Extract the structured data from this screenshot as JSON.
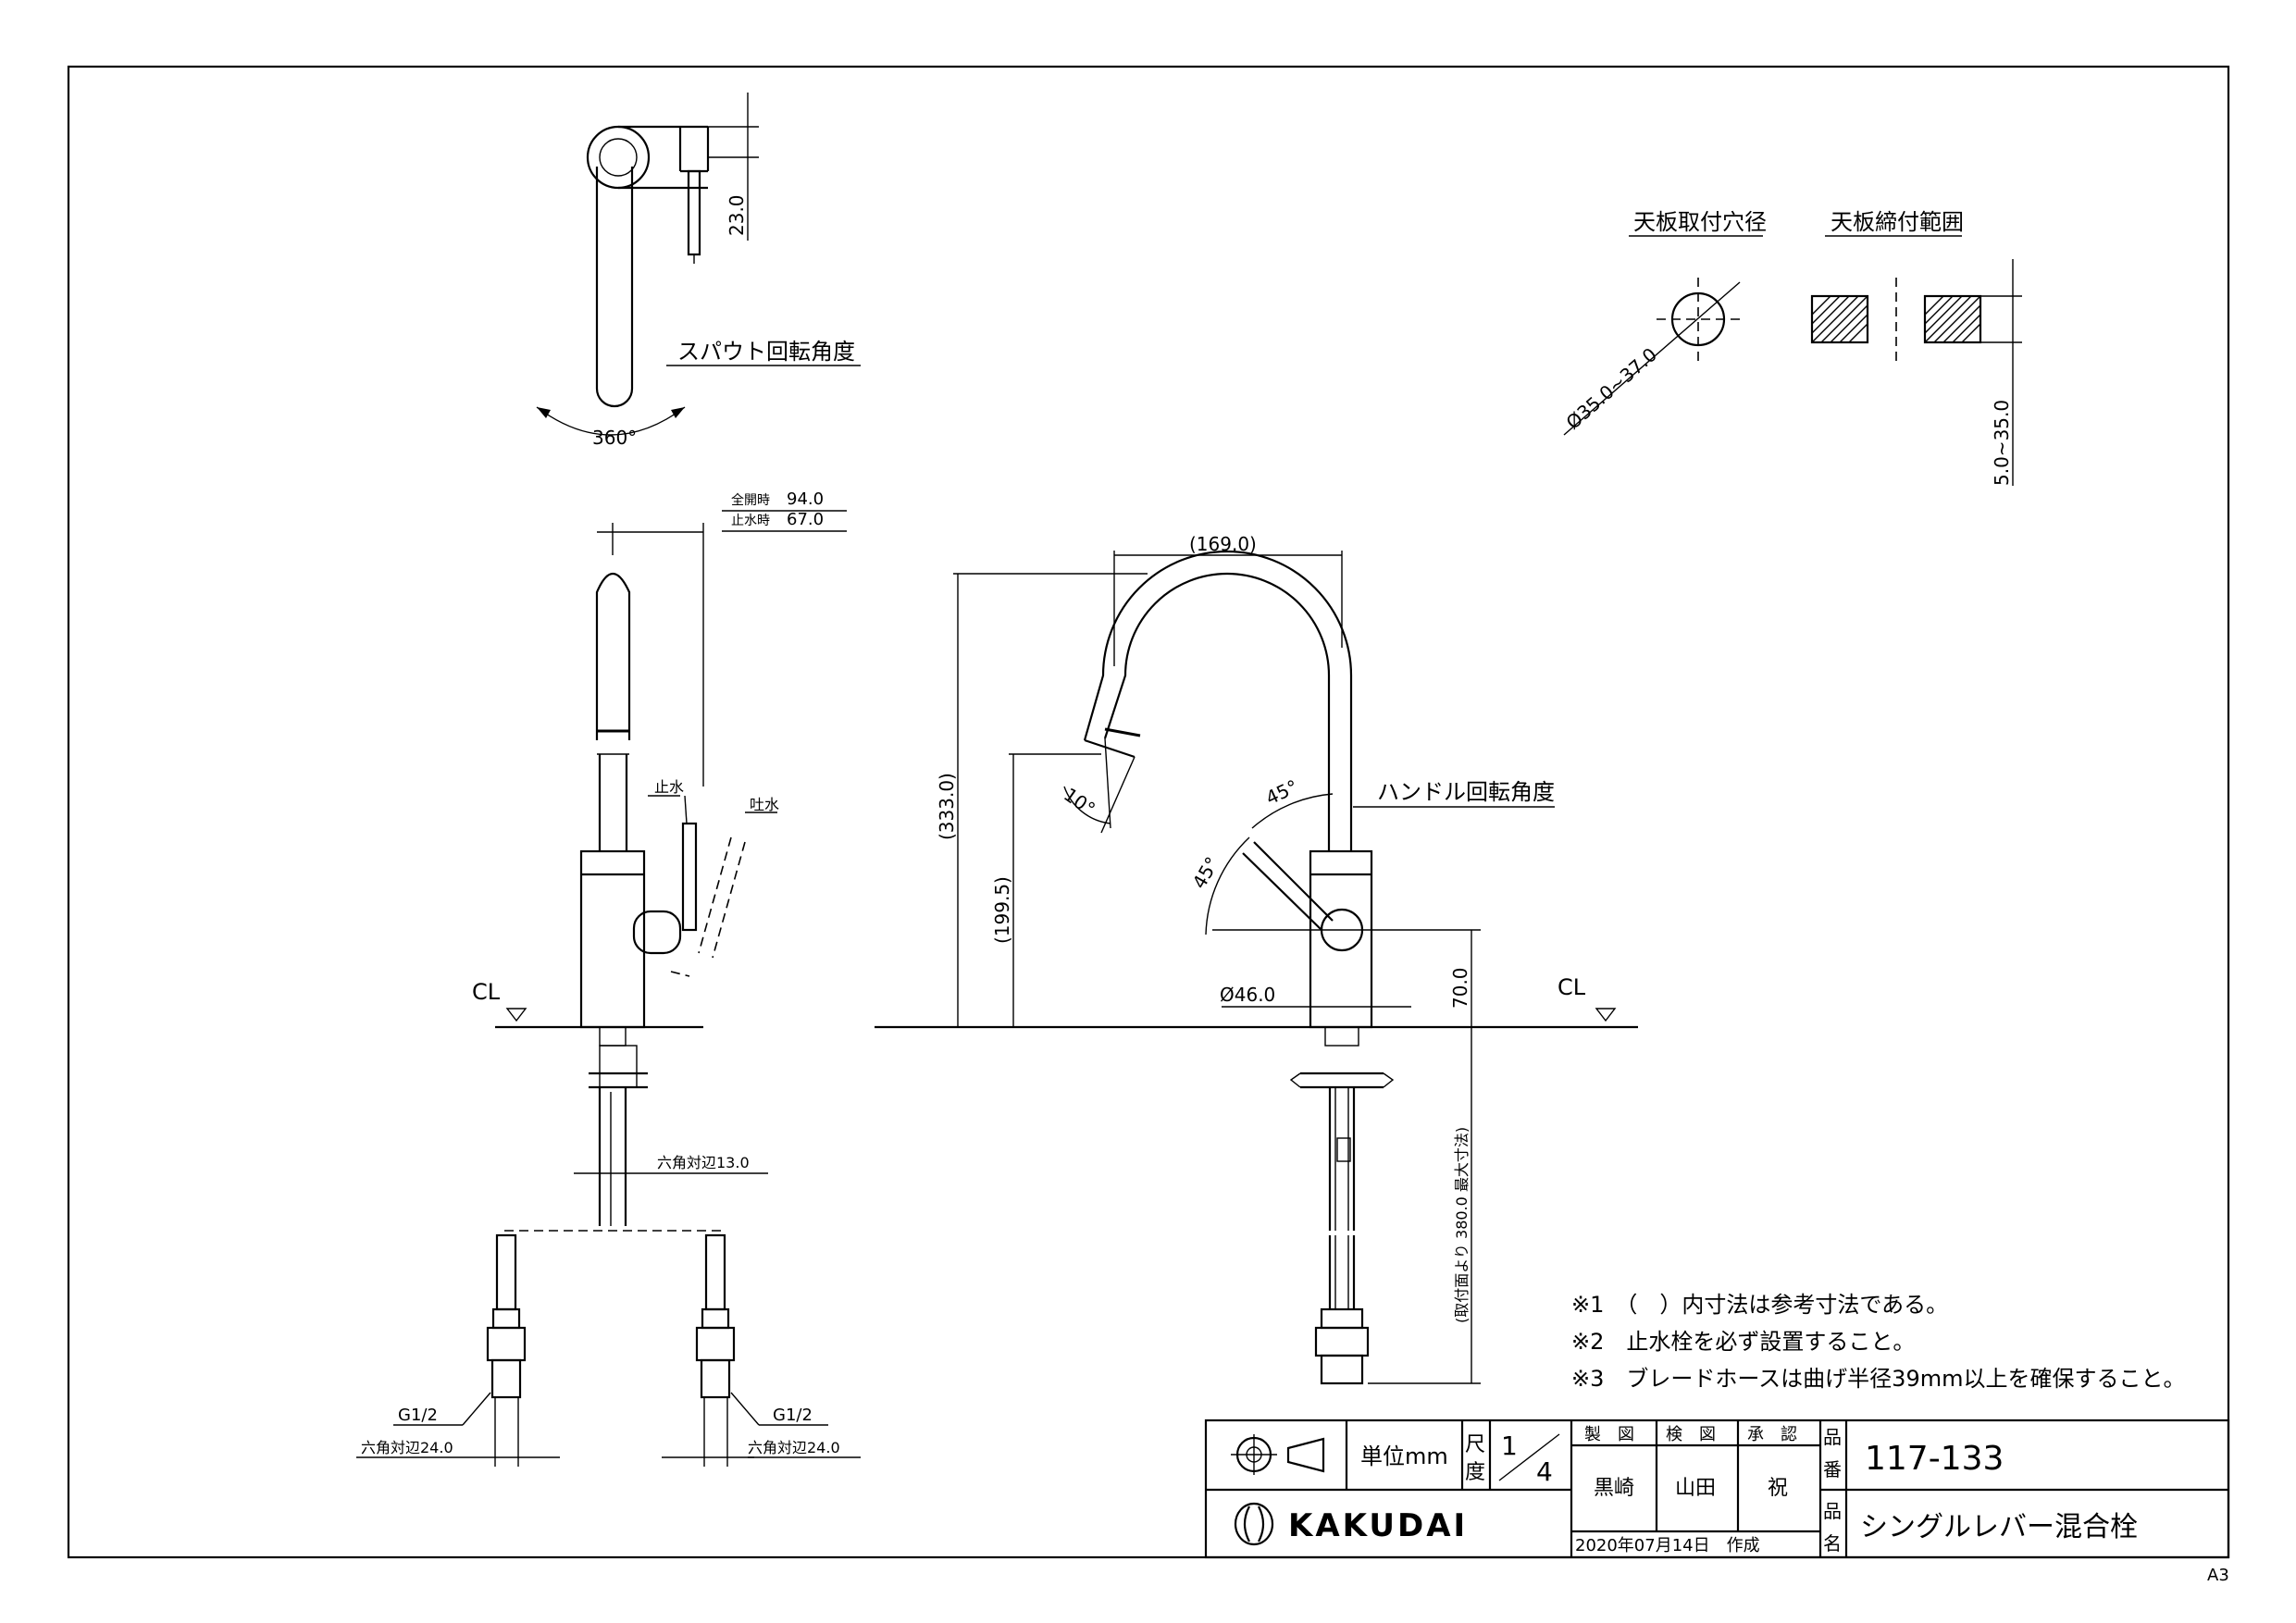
{
  "views": {
    "spout_rotation_label": "スパウト回転角度",
    "spout_angle": "360°",
    "top_dim": "23.0",
    "full_open_label": "全開時",
    "full_open_value": "94.0",
    "stop_label": "止水時",
    "stop_value": "67.0",
    "label_stop": "止水",
    "label_discharge": "吐水",
    "cl": "CL",
    "hex13": "六角対辺13.0",
    "g12": "G1/2",
    "hex24": "六角対辺24.0",
    "dim_169": "(169.0)",
    "dim_333": "(333.0)",
    "dim_199": "(199.5)",
    "dim_10deg": "10°",
    "dim_45a": "45°",
    "dim_45b": "45°",
    "handle_rotation_label": "ハンドル回転角度",
    "dim_46": "Ø46.0",
    "dim_70": "70.0",
    "dim_380": "(取付面より 380.0 最大寸法)",
    "hole_label": "天板取付穴径",
    "hole_dim": "Ø35.0~37.0",
    "clamp_label": "天板締付範囲",
    "clamp_dim": "5.0~35.0"
  },
  "notes": [
    "※1　（　）内寸法は参考寸法である。",
    "※2　止水栓を必ず設置すること。",
    "※3　ブレードホースは曲げ半径39mm以上を確保すること。"
  ],
  "title_block": {
    "unit_label": "単位mm",
    "scale_label_1": "尺",
    "scale_label_2": "度",
    "scale_num": "1",
    "scale_den": "4",
    "h_draw": "製　図",
    "h_check": "検　図",
    "h_approve": "承　認",
    "drafter": "黒崎",
    "checker": "山田",
    "approver": "祝",
    "date": "2020年07月14日　作成",
    "part_no_label_1": "品",
    "part_no_label_2": "番",
    "part_no": "117-133",
    "name_label_1": "品",
    "name_label_2": "名",
    "product_name": "シングルレバー混合栓",
    "brand": "KAKUDAI"
  },
  "sheet_size": "A3"
}
